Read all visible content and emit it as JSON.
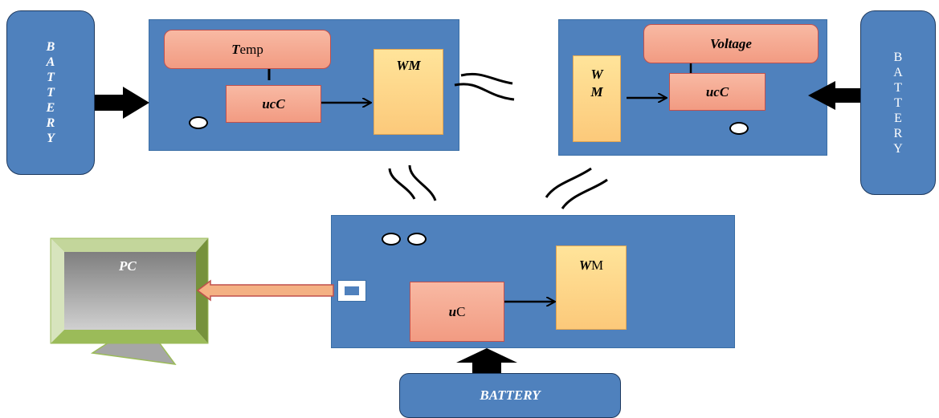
{
  "left_battery": {
    "label": "B\nA\nT\nT\nE\nR\nY"
  },
  "right_battery": {
    "label": "B\nA\nT\nT\nE\nR\nY"
  },
  "bottom_battery": {
    "label": "BATTERY"
  },
  "node_temp": {
    "sensor_prefix": "T",
    "sensor_suffix": "emp",
    "controller": "ucC",
    "wireless": "WM"
  },
  "node_voltage": {
    "sensor": "Voltage",
    "controller": "ucC",
    "wireless": "W\nM"
  },
  "base_node": {
    "controller_prefix": "u",
    "controller_suffix": "C",
    "wireless_prefix": "W",
    "wireless_suffix": "M"
  },
  "pc": {
    "label": "PC"
  },
  "colors": {
    "module_blue": "#4f81bd",
    "sensor_salmon": "#f29b82",
    "wireless_yellow": "#fcc97a",
    "monitor_green": "#9bbb59",
    "screen_gray": "#a6a6a6"
  }
}
